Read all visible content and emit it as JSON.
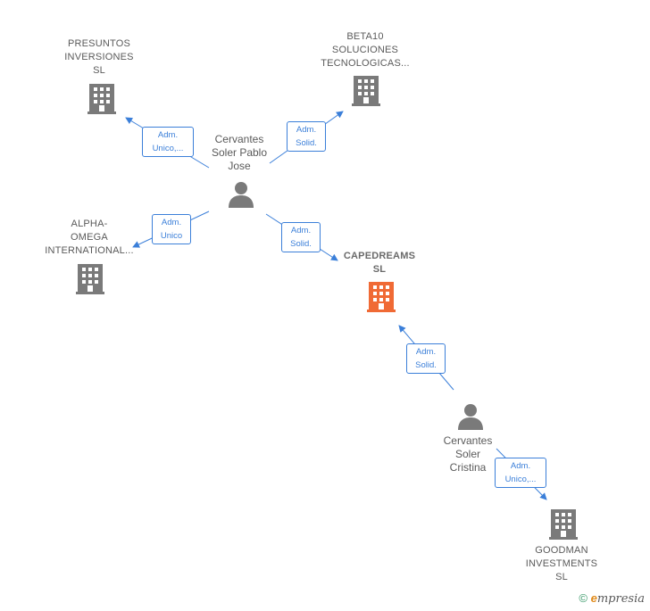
{
  "nodes": {
    "presuntos": {
      "lines": [
        "PRESUNTOS",
        "INVERSIONES",
        "SL"
      ]
    },
    "beta10": {
      "lines": [
        "BETA10",
        "SOLUCIONES",
        "TECNOLOGICAS..."
      ]
    },
    "alpha": {
      "lines": [
        "ALPHA-",
        "OMEGA",
        "INTERNATIONAL..."
      ]
    },
    "capedreams": {
      "lines": [
        "CAPEDREAMS",
        "SL"
      ]
    },
    "goodman": {
      "lines": [
        "GOODMAN",
        "INVESTMENTS",
        "SL"
      ]
    },
    "person_jose": {
      "lines": [
        "Cervantes",
        "Soler Pablo",
        "Jose"
      ]
    },
    "person_cristina": {
      "lines": [
        "Cervantes",
        "Soler",
        "Cristina"
      ]
    }
  },
  "roles": {
    "jose_presuntos": [
      "Adm.",
      "Unico,..."
    ],
    "jose_beta10": [
      "Adm.",
      "Solid."
    ],
    "jose_alpha": [
      "Adm.",
      "Unico"
    ],
    "jose_capedreams": [
      "Adm.",
      "Solid."
    ],
    "cristina_capedreams": [
      "Adm.",
      "Solid."
    ],
    "cristina_goodman": [
      "Adm.",
      "Unico,..."
    ]
  },
  "colors": {
    "company": "#7a7a7a",
    "focus_company": "#f06a35",
    "person": "#7a7a7a",
    "edge": "#3b7fd9"
  },
  "footer": {
    "copyright": "©",
    "brand_e": "e",
    "brand_rest": "mpresia"
  }
}
